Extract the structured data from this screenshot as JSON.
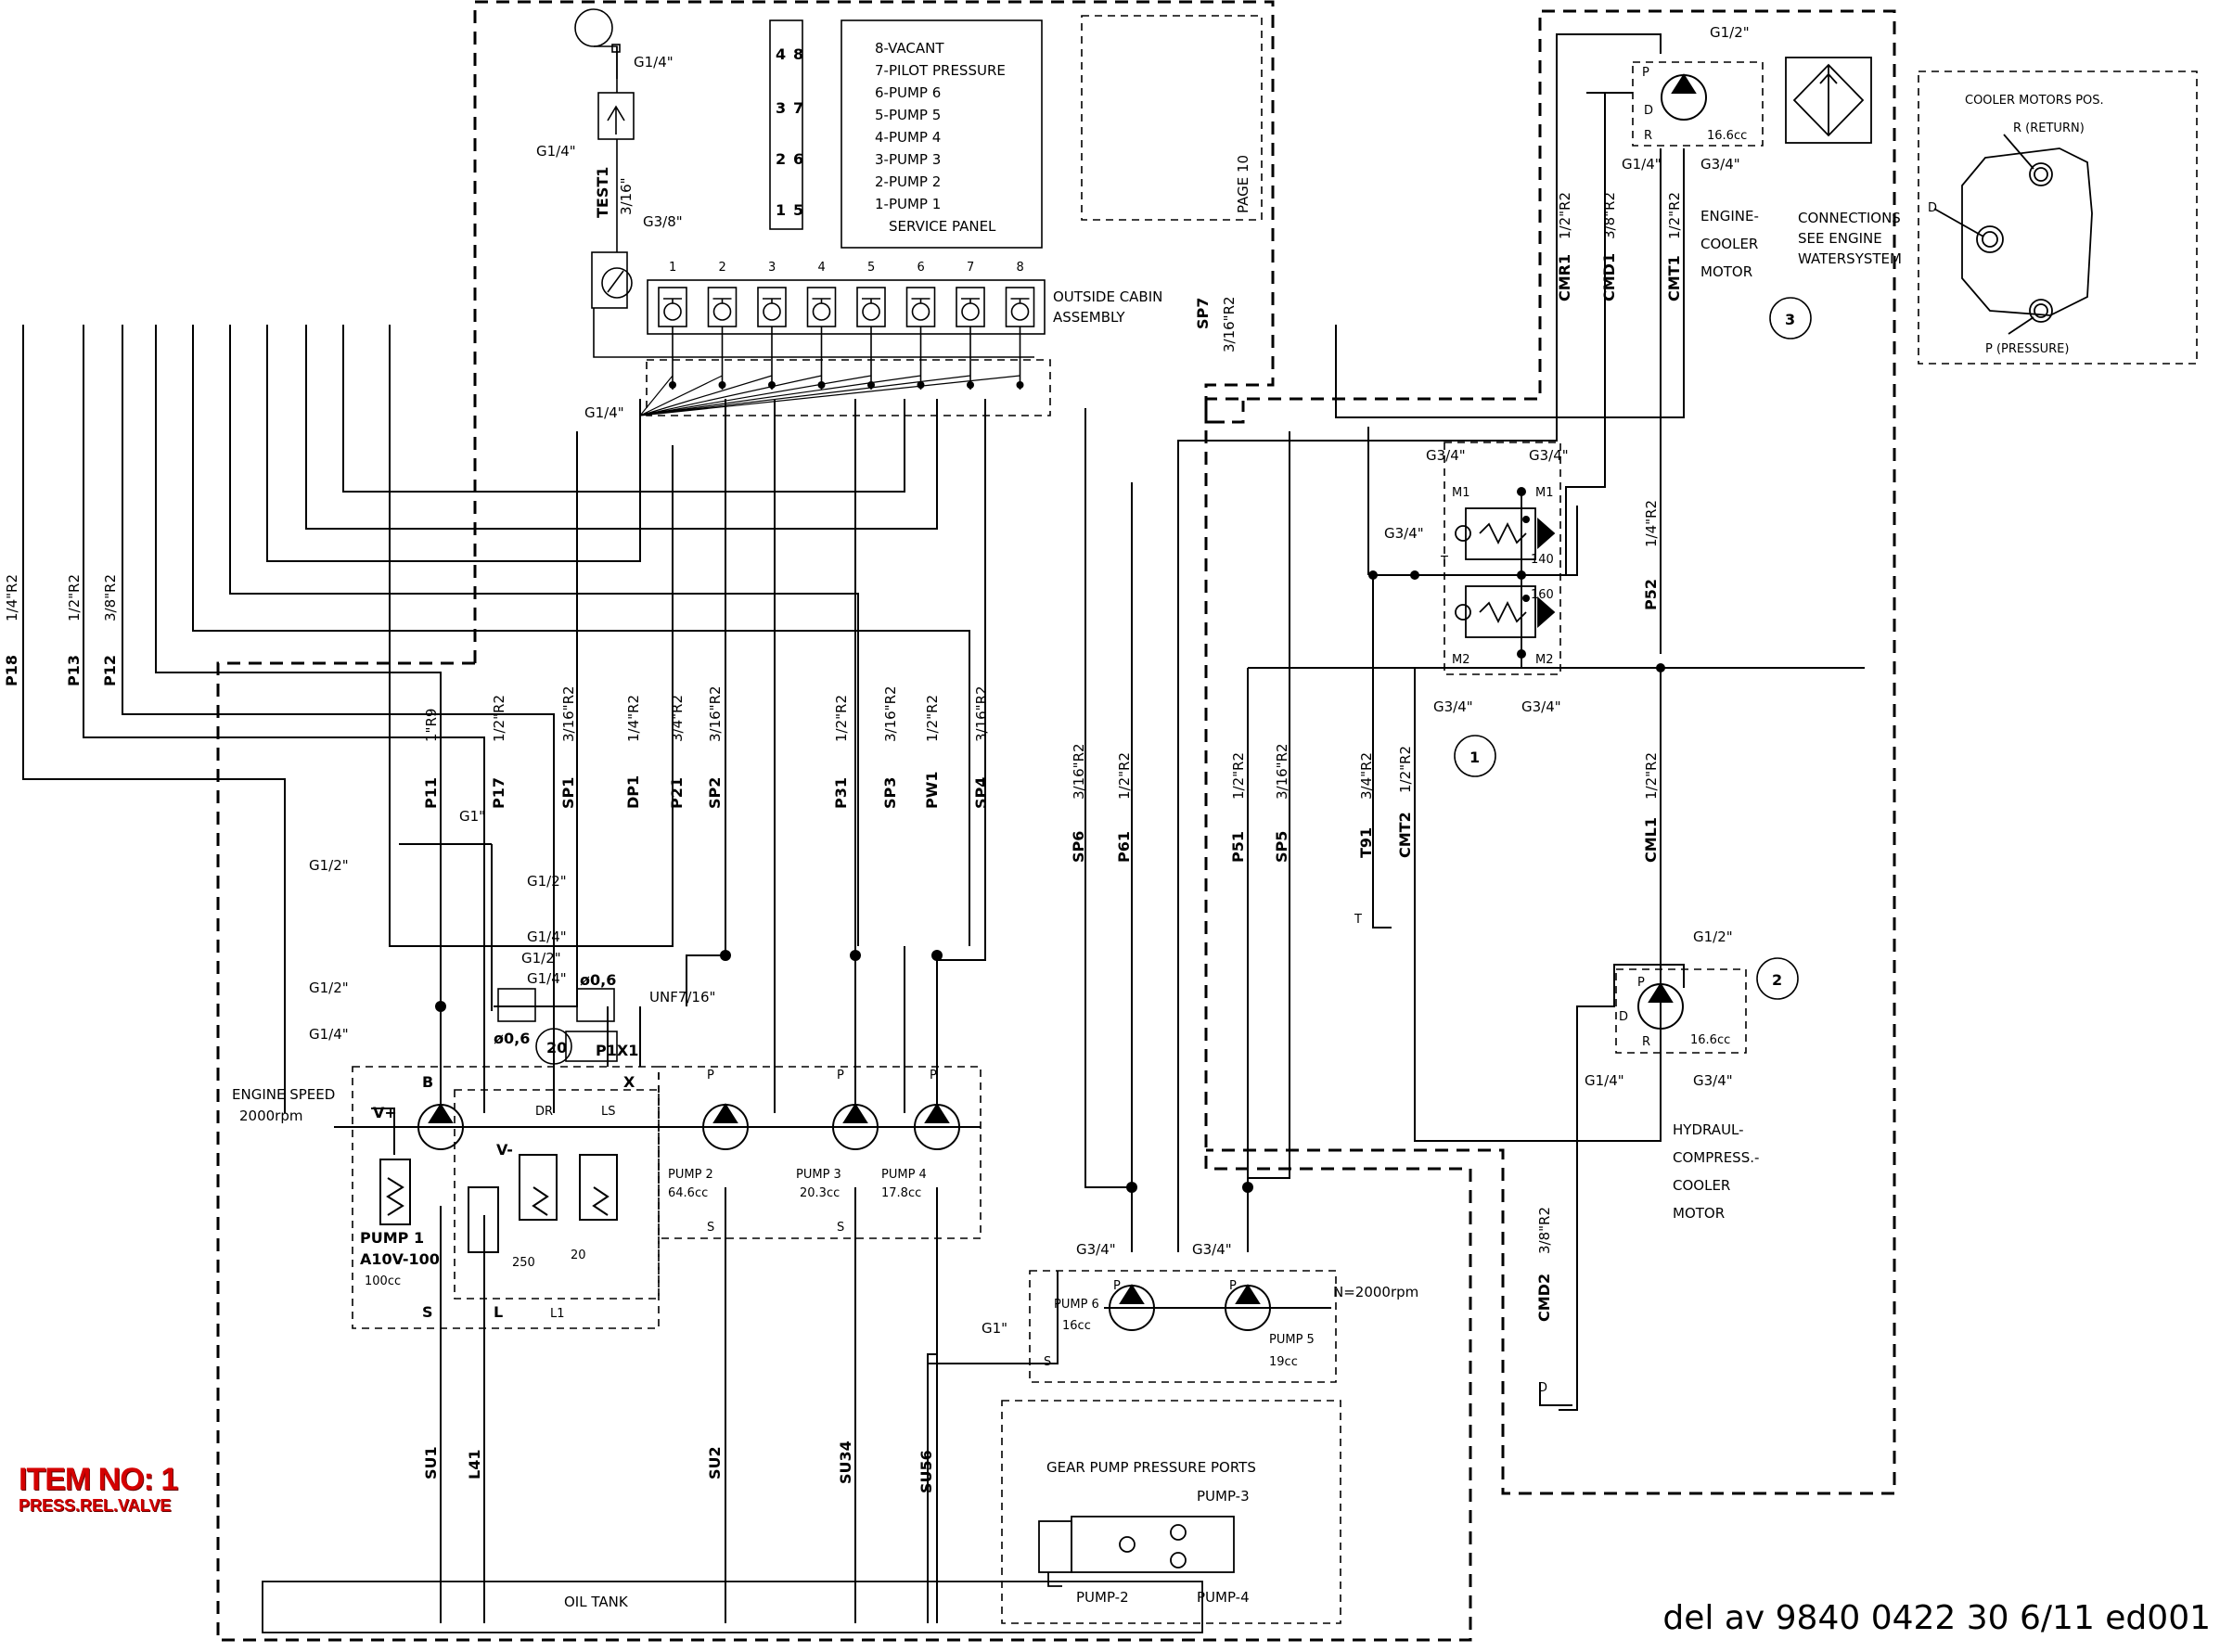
{
  "title_block": {
    "item": "ITEM NO: 1",
    "item_sub": "PRESS.REL.VALVE",
    "doc_ref": "del av 9840 0422 30 6/11 ed001"
  },
  "service_panel": {
    "legend": [
      "8-VACANT",
      "7-PILOT PRESSURE",
      "6-PUMP 6",
      "5-PUMP 5",
      "4-PUMP 4",
      "3-PUMP 3",
      "2-PUMP 2",
      "1-PUMP 1",
      "SERVICE PANEL"
    ],
    "numbers": [
      [
        "4",
        "8"
      ],
      [
        "3",
        "7"
      ],
      [
        "2",
        "6"
      ],
      [
        "1",
        "5"
      ]
    ],
    "gauge_numbers": [
      "1",
      "2",
      "3",
      "4",
      "5",
      "6",
      "7",
      "8"
    ],
    "outside_cabin": [
      "OUTSIDE CABIN",
      "ASSEMBLY"
    ],
    "page_ref": "PAGE 10",
    "test_label": "TEST1",
    "test_size": "3/16\"",
    "g38": "G3/8\"",
    "g14_top": "G1/4\"",
    "g14_left": "G1/4\"",
    "g14_bank": "G1/4\"",
    "sp7": "SP7",
    "sp7_size": "3/16\"R2"
  },
  "left_hoses": [
    {
      "tag": "P18",
      "size": "1/4\"R2"
    },
    {
      "tag": "P13",
      "size": "1/2\"R2"
    },
    {
      "tag": "P12",
      "size": "3/8\"R2"
    }
  ],
  "mid_hoses": [
    {
      "tag": "P11",
      "size": "1\"R9"
    },
    {
      "tag": "P17",
      "size": "1/2\"R2"
    },
    {
      "tag": "SP1",
      "size": "3/16\"R2"
    },
    {
      "tag": "DP1",
      "size": "1/4\"R2"
    },
    {
      "tag": "P21",
      "size": "3/4\"R2"
    },
    {
      "tag": "SP2",
      "size": "3/16\"R2"
    },
    {
      "tag": "P31",
      "size": "1/2\"R2"
    },
    {
      "tag": "SP3",
      "size": "3/16\"R2"
    },
    {
      "tag": "PW1",
      "size": "1/2\"R2"
    },
    {
      "tag": "SP4",
      "size": "3/16\"R2"
    }
  ],
  "center_hoses": [
    {
      "tag": "SP6",
      "size": "3/16\"R2"
    },
    {
      "tag": "P61",
      "size": "1/2\"R2"
    },
    {
      "tag": "P51",
      "size": "1/2\"R2"
    },
    {
      "tag": "SP5",
      "size": "3/16\"R2"
    },
    {
      "tag": "T91",
      "size": "3/4\"R2"
    },
    {
      "tag": "CMT2",
      "size": "1/2\"R2"
    }
  ],
  "right_hoses": [
    {
      "tag": "CMR1",
      "size": "1/2\"R2"
    },
    {
      "tag": "CMD1",
      "size": "3/8\"R2"
    },
    {
      "tag": "CMT1",
      "size": "1/2\"R2"
    },
    {
      "tag": "P52",
      "size": "1/4\"R2"
    },
    {
      "tag": "CML1",
      "size": "1/2\"R2"
    },
    {
      "tag": "CMD2",
      "size": "3/8\"R2"
    }
  ],
  "suction": [
    "SU1",
    "L41",
    "SU2",
    "SU34",
    "SU56"
  ],
  "fittings": {
    "g1": "G1\"",
    "g12": "G1/2\"",
    "g14": "G1/4\"",
    "g34": "G3/4\"",
    "unf": "UNF7/16\"",
    "orifice": "ø0,6",
    "p1x1": "P1X1",
    "callout_20": "20"
  },
  "pump_group": {
    "engine_speed": [
      "ENGINE SPEED",
      "2000rpm"
    ],
    "pump1": [
      "PUMP 1",
      "A10V-100",
      "100cc"
    ],
    "pump2": [
      "PUMP 2",
      "64.6cc"
    ],
    "pump3": [
      "PUMP 3",
      "20.3cc"
    ],
    "pump4": [
      "PUMP 4",
      "17.8cc"
    ],
    "ports": {
      "B": "B",
      "X": "X",
      "S": "S",
      "L": "L",
      "L1": "L1",
      "P": "P",
      "DR": "DR",
      "LS": "LS",
      "Vplus": "V+",
      "Vminus": "V-"
    },
    "settings": [
      "250",
      "20"
    ]
  },
  "gear_pumps": {
    "pump6": [
      "PUMP 6",
      "16cc"
    ],
    "pump5": [
      "PUMP 5",
      "19cc"
    ],
    "speed": "N=2000rpm",
    "s": "S",
    "p": "P"
  },
  "ports_box": {
    "title": "GEAR PUMP PRESSURE PORTS",
    "p3": "PUMP-3",
    "p2": "PUMP-2",
    "p4": "PUMP-4"
  },
  "oil_tank": "OIL TANK",
  "relief_valve": {
    "m1": "M1",
    "m2": "M2",
    "t": "T",
    "p140": "140",
    "p160": "160",
    "callout": "1"
  },
  "engine_cooler": {
    "label": [
      "ENGINE-",
      "COOLER",
      "MOTOR"
    ],
    "cc": "16.6cc",
    "callout": "3",
    "connections": [
      "CONNECTIONS",
      "SEE ENGINE",
      "WATERSYSTEM"
    ],
    "ports": {
      "P": "P",
      "D": "D",
      "R": "R"
    }
  },
  "hydraulic_cooler": {
    "label": [
      "HYDRAUL-",
      "COMPRESS.-",
      "COOLER",
      "MOTOR"
    ],
    "cc": "16.6cc",
    "callout": "2"
  },
  "cooler_pos": {
    "title": "COOLER MOTORS POS.",
    "return": "R (RETURN)",
    "pressure": "P (PRESSURE)",
    "d": "D"
  },
  "misc": {
    "t": "T",
    "d": "D"
  }
}
